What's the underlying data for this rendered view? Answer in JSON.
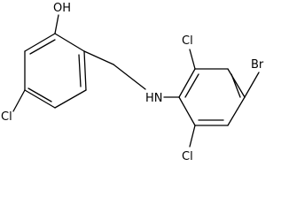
{
  "molecule": {
    "atoms": {
      "oh": "OH",
      "cl_phenol_ring": "Cl",
      "nh": "HN",
      "cl_top": "Cl",
      "cl_bottom": "Cl",
      "br": "Br"
    }
  },
  "colors": {
    "background": "#ffffff",
    "bond": "#000000",
    "text": "#000000"
  }
}
